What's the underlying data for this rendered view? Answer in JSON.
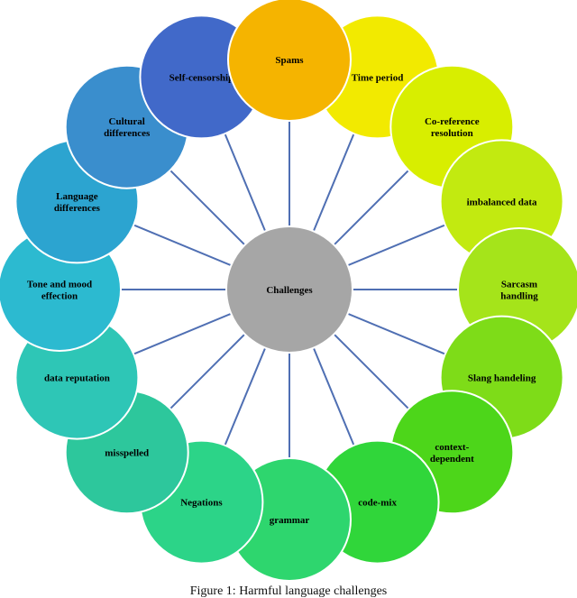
{
  "center": {
    "label": "Challenges",
    "color": "#a6a6a6"
  },
  "spoke_color": "#4f6fb3",
  "nodes": [
    {
      "label": "Spams",
      "color": "#f5b400"
    },
    {
      "label": "Time period",
      "color": "#f2ea00"
    },
    {
      "label": "Co-reference resolution",
      "color": "#d8ee00"
    },
    {
      "label": "imbalanced data",
      "color": "#c2ea10"
    },
    {
      "label": "Sarcasm handling",
      "color": "#a5e41a"
    },
    {
      "label": "Slang handeling",
      "color": "#7edc18"
    },
    {
      "label": "context-dependent",
      "color": "#4dd61a"
    },
    {
      "label": "code-mix",
      "color": "#30d63a"
    },
    {
      "label": "grammar",
      "color": "#2ed66e"
    },
    {
      "label": "Negations",
      "color": "#2cd488"
    },
    {
      "label": "misspelled",
      "color": "#2dc79c"
    },
    {
      "label": "data reputation",
      "color": "#2ec6b6"
    },
    {
      "label": "Tone and mood effection",
      "color": "#2cbad0"
    },
    {
      "label": "Language differences",
      "color": "#2ca4d0"
    },
    {
      "label": "Cultural differences",
      "color": "#3a8ecd"
    },
    {
      "label": "Self-censorship",
      "color": "#4169c9"
    }
  ],
  "caption": "Figure 1: Harmful language challenges"
}
